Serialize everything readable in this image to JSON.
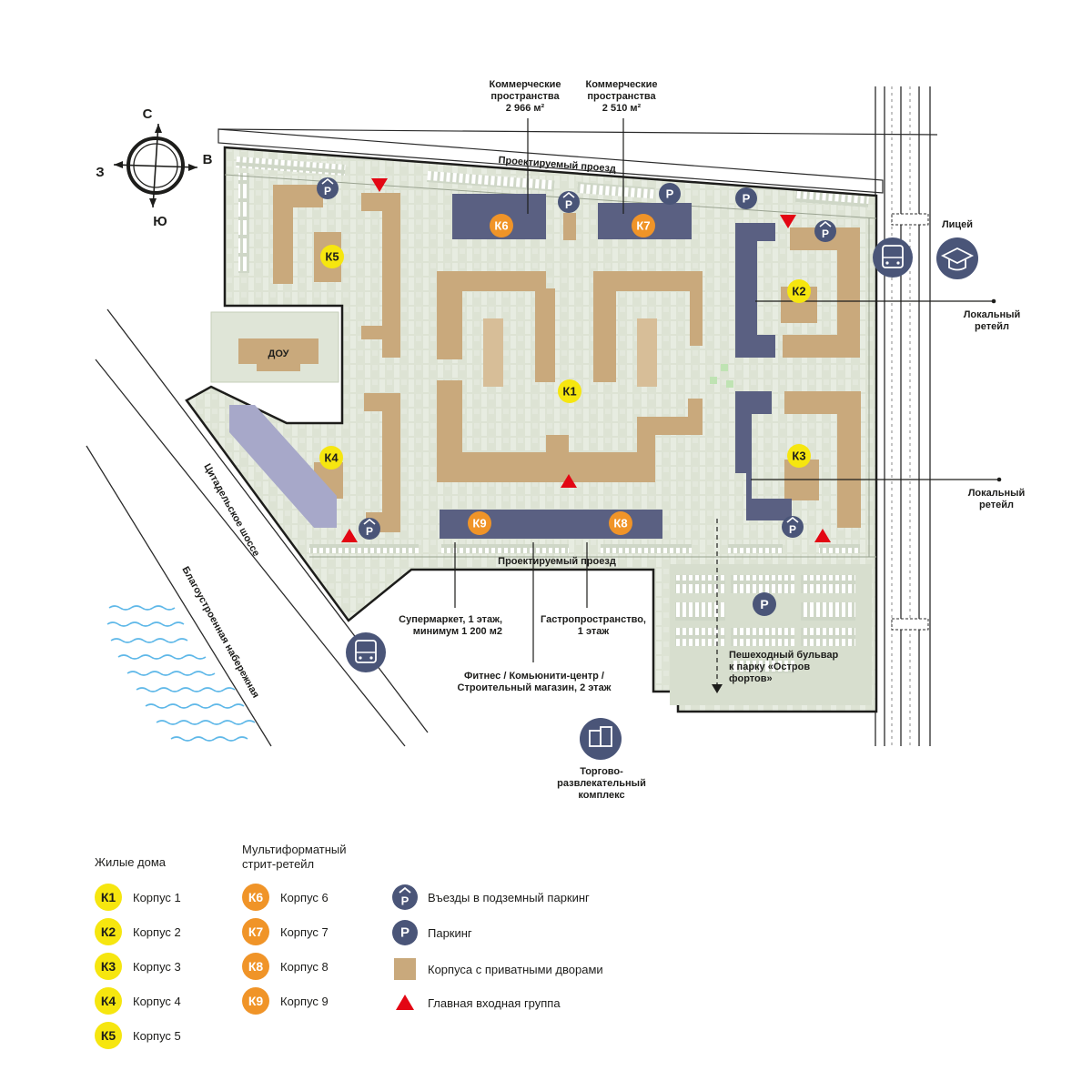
{
  "compass": {
    "north": "С",
    "south": "Ю",
    "west": "З",
    "east": "В"
  },
  "roads": {
    "north": "Проектируемый проезд",
    "south": "Проектируемый проезд",
    "highway": "Цитадельское шоссе",
    "embankment": "Благоустроенная набережная"
  },
  "buildings": {
    "k1": "К1",
    "k2": "К2",
    "k3": "К3",
    "k4": "К4",
    "k5": "К5",
    "k6": "К6",
    "k7": "К7",
    "k8": "К8",
    "k9": "К9",
    "dou": "ДОУ"
  },
  "callouts": {
    "commercial_1": {
      "line1": "Коммерческие",
      "line2": "пространства",
      "line3": "2 966 м²"
    },
    "commercial_2": {
      "line1": "Коммерческие",
      "line2": "пространства",
      "line3": "2 510 м²"
    },
    "lyceum": "Лицей",
    "retail_1": {
      "line1": "Локальный",
      "line2": "ретейл"
    },
    "retail_2": {
      "line1": "Локальный",
      "line2": "ретейл"
    },
    "supermarket": {
      "line1": "Супермаркет, 1 этаж,",
      "line2": "минимум 1 200 м2"
    },
    "gastro": {
      "line1": "Гастропространство,",
      "line2": "1 этаж"
    },
    "fitness": {
      "line1": "Фитнес / Комьюнити-центр /",
      "line2": "Строительный магазин, 2 этаж"
    },
    "boulevard": {
      "line1": "Пешеходный бульвар",
      "line2": "к парку «Остров",
      "line3": "фортов»"
    },
    "mall": {
      "line1": "Торгово-",
      "line2": "развлекательный",
      "line3": "комплекс"
    }
  },
  "map_symbols": {
    "parking": "P",
    "underground_parking": "P"
  },
  "colors": {
    "residential": "#c9a97c",
    "retail_building": "#5a6082",
    "k4_building": "#a7a8c9",
    "territory": "#dfe5d7",
    "badge_residential": "#f6e60f",
    "badge_retail": "#f09428",
    "pin": "#4a5578",
    "entrance": "#e30613"
  },
  "legend": {
    "residential_title": "Жилые дома",
    "retail_title_line1": "Мультиформатный",
    "retail_title_line2": "стрит-ретейл",
    "residential": [
      {
        "badge": "К1",
        "label": "Корпус 1"
      },
      {
        "badge": "К2",
        "label": "Корпус 2"
      },
      {
        "badge": "К3",
        "label": "Корпус 3"
      },
      {
        "badge": "К4",
        "label": "Корпус 4"
      },
      {
        "badge": "К5",
        "label": "Корпус 5"
      }
    ],
    "retail": [
      {
        "badge": "К6",
        "label": "Корпус 6"
      },
      {
        "badge": "К7",
        "label": "Корпус 7"
      },
      {
        "badge": "К8",
        "label": "Корпус 8"
      },
      {
        "badge": "К9",
        "label": "Корпус 9"
      }
    ],
    "symbols": {
      "underground_parking": "Въезды в подземный паркинг",
      "parking": "Паркинг",
      "private_yards": "Корпуса с приватными дворами",
      "main_entrance": "Главная входная группа"
    }
  }
}
